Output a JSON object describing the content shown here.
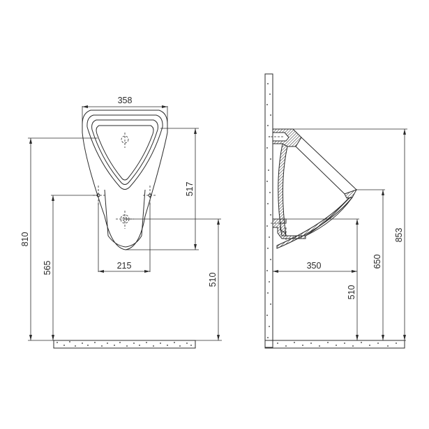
{
  "drawing": {
    "subject": "Wall-hung urinal dimension drawing",
    "front_view": {
      "width_top": "358",
      "width_bottom_fixings": "215",
      "height_top_to_bottom": "517",
      "total_height": "810",
      "fixing_height": "565",
      "outlet_height": "510"
    },
    "side_view": {
      "depth": "350",
      "outlet_height": "510",
      "lip_height": "650",
      "total_height": "853"
    },
    "units": "mm",
    "line_color": "#2a2a2a",
    "background": "#ffffff"
  }
}
